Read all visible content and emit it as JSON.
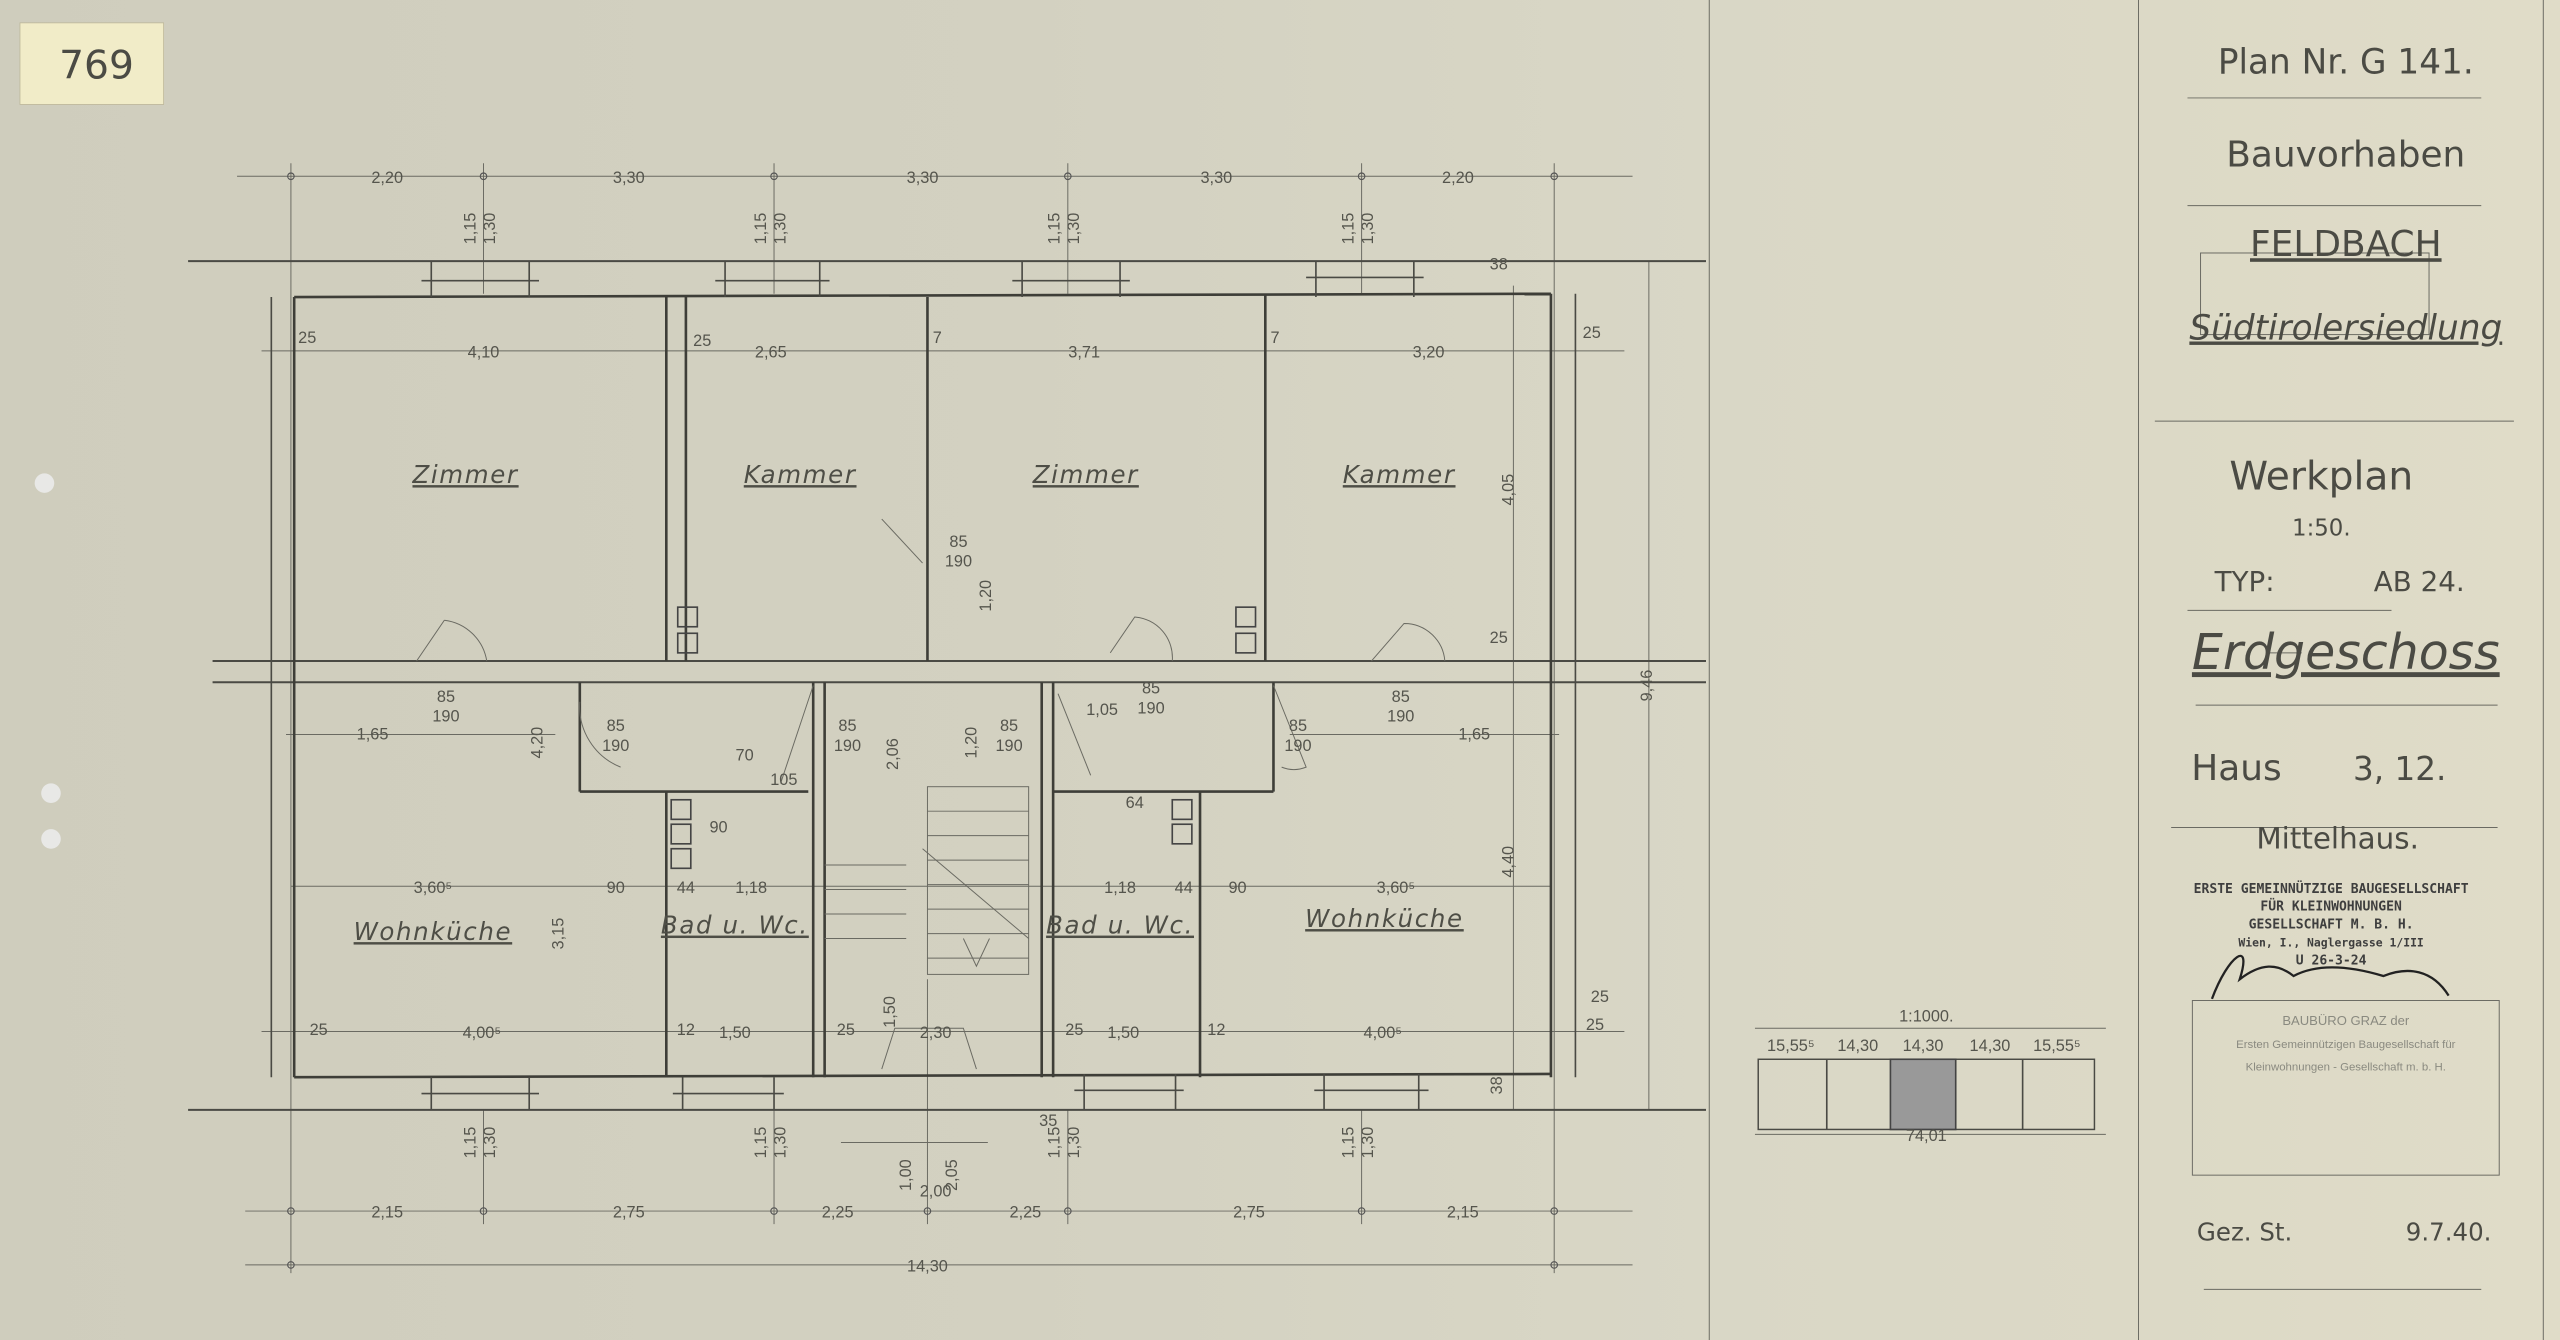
{
  "sheet_number": "769",
  "plan": {
    "rooms": [
      "Zimmer",
      "Kammer",
      "Zimmer",
      "Kammer",
      "Wohnküche",
      "Bad u. Wc.",
      "Bad u. Wc.",
      "Wohnküche"
    ],
    "dims_top_axes": [
      "2,20",
      "3,30",
      "3,30",
      "3,30",
      "2,20"
    ],
    "dims_top_rooms": [
      "4,10",
      "2,65",
      "3,71",
      "3,20"
    ],
    "dims_top_walls": [
      "25",
      "25",
      "7",
      "7",
      "25",
      "38"
    ],
    "window_top": [
      "1,15",
      "1,30"
    ],
    "door": [
      "85",
      "190"
    ],
    "dims_mid": [
      "1,65",
      "1,65",
      "1,05",
      "4,20",
      "1,20",
      "2,06",
      "1,20",
      "70",
      "105",
      "90",
      "64"
    ],
    "dims_lower_row": [
      "3,60⁵",
      "90",
      "44",
      "1,18",
      "1,18",
      "44",
      "90",
      "3,60⁵"
    ],
    "dims_bottom_rooms": [
      "4,00⁵",
      "1,50",
      "2,30",
      "1,50",
      "4,00⁵",
      "25",
      "12",
      "25",
      "25",
      "12",
      "25"
    ],
    "dims_stair": [
      "1,50",
      "35",
      "1,00",
      "2,00",
      "2,05",
      "38"
    ],
    "dims_bottom_axes": [
      "2,15",
      "2,75",
      "2,25",
      "2,25",
      "2,75",
      "2,15"
    ],
    "dims_total": "14,30",
    "dims_right": [
      "4,05",
      "4,40",
      "9,46",
      "25",
      "25",
      "3,15"
    ]
  },
  "scale_diagram": {
    "title": "1:1000.",
    "segments": [
      "15,55⁵",
      "14,30",
      "14,30",
      "14,30",
      "15,55⁵"
    ],
    "total": "74,01"
  },
  "title_block": {
    "plan_no": "Plan Nr. G 141.",
    "project_label": "Bauvorhaben",
    "place": "FELDBACH",
    "settlement": "Südtirolersiedlung",
    "plan_type": "Werkplan",
    "scale": "1:50.",
    "type_label": "TYP:",
    "type_value": "AB 24.",
    "floor": "Erdgeschoss",
    "house": "Haus",
    "house_number": "3, 12.",
    "house_kind": "Mittelhaus.",
    "stamp1": [
      "ERSTE GEMEINNÜTZIGE BAUGESELLSCHAFT",
      "FÜR KLEINWOHNUNGEN",
      "GESELLSCHAFT M. B. H.",
      "Wien, I., Naglergasse 1/III",
      "U 26-3-24"
    ],
    "stamp2": [
      "BAUBÜRO GRAZ der",
      "Ersten Gemeinnützigen Baugesellschaft für",
      "Kleinwohnungen - Gesellschaft m. b. H."
    ],
    "drawn_by": "Gez. St.",
    "date": "9.7.40."
  }
}
